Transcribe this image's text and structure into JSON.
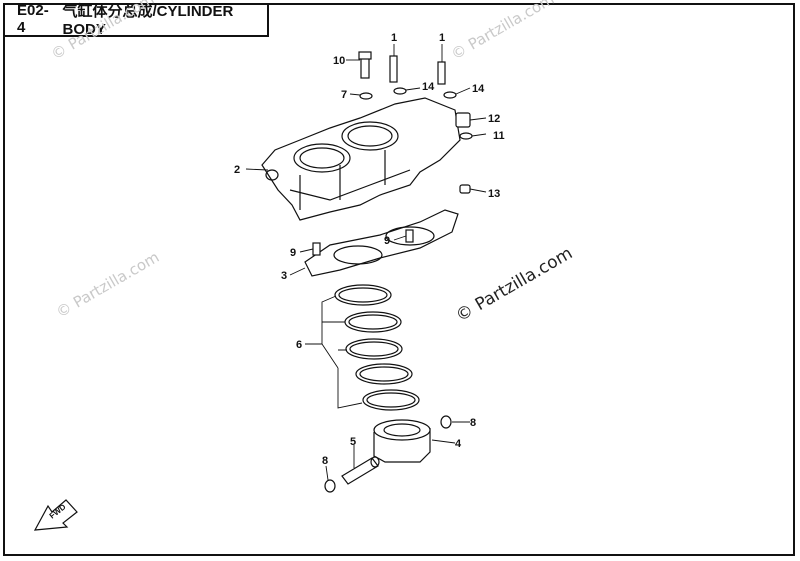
{
  "diagram": {
    "code": "E02-4",
    "title": "气缸体分总成/CYLINDER BODY",
    "watermark": "© Partzilla.com",
    "fwd_label": "FWD",
    "callouts": [
      "10",
      "1",
      "1",
      "7",
      "14",
      "14",
      "12",
      "11",
      "2",
      "13",
      "9",
      "9",
      "3",
      "6",
      "8",
      "5",
      "4",
      "8"
    ]
  }
}
